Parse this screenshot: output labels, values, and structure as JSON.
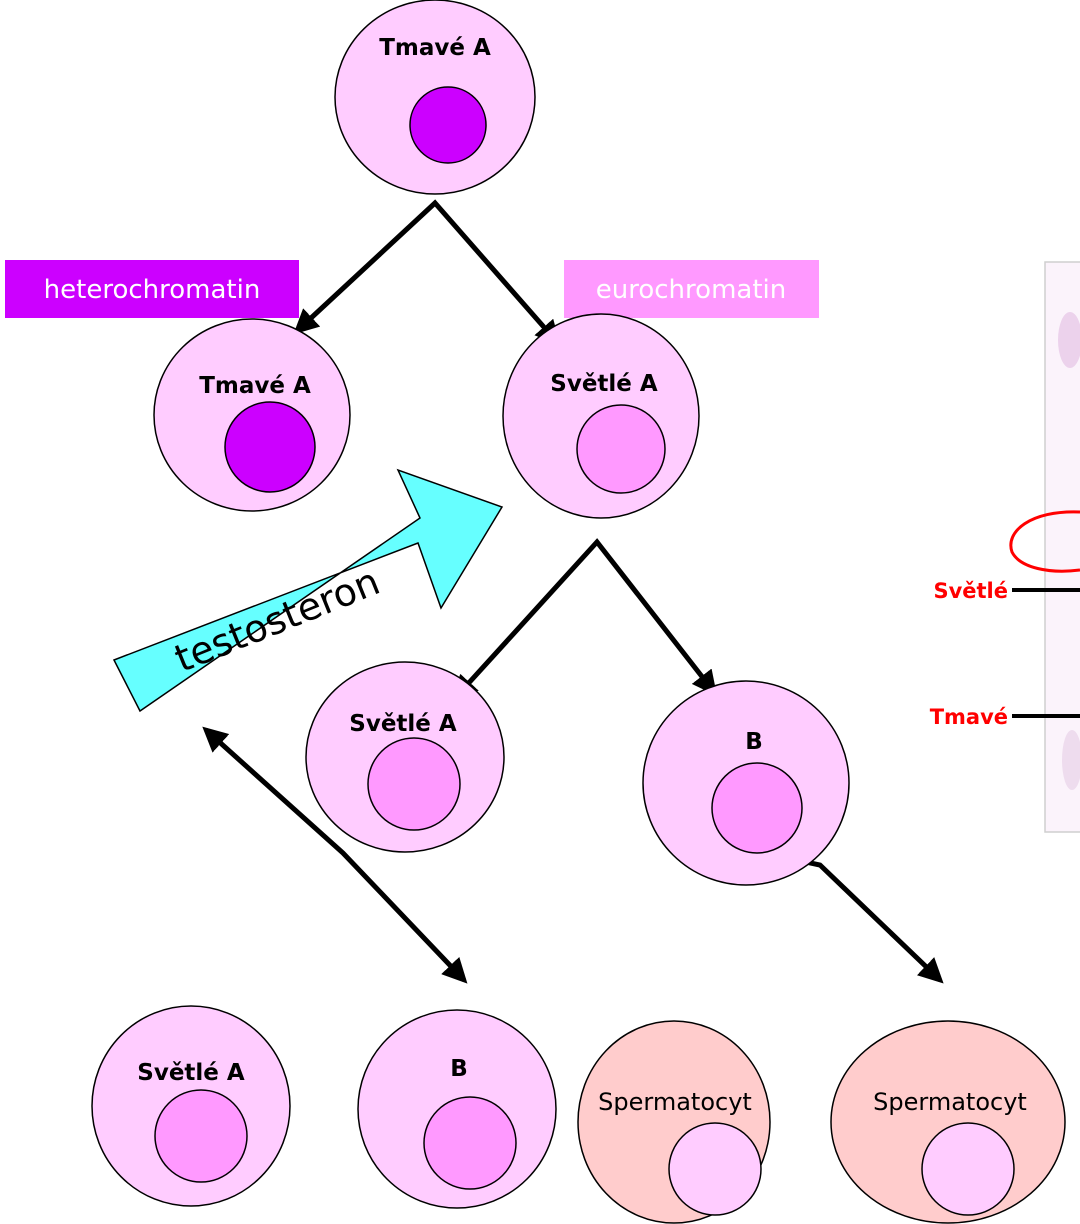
{
  "tags": {
    "heterochromatin": "heterochromatin",
    "eurochromatin": "eurochromatin"
  },
  "hormone_arrow": {
    "label": "testosteron"
  },
  "cells": {
    "root": "Tmavé A",
    "level1_left": "Tmavé A",
    "level1_right": "Světlé A",
    "level2_left": "Světlé A",
    "level2_right": "B",
    "level3_a": "Světlé A",
    "level3_b": "B",
    "level3_c": "Spermatocyt",
    "level3_d": "Spermatocyt"
  },
  "micrograph_legend": {
    "light": "Světlé",
    "dark": "Tmavé"
  },
  "colors": {
    "cell_fill": "#ffccff",
    "dark_nucleus": "#cc00ff",
    "light_nucleus": "#ff99ff",
    "spermatocyte_fill": "#ffcccc",
    "hetero_tag": "#cc00ff",
    "euro_tag": "#ff99ff",
    "arrow_fill": "#66ffff",
    "legend_text": "#ff0000"
  }
}
